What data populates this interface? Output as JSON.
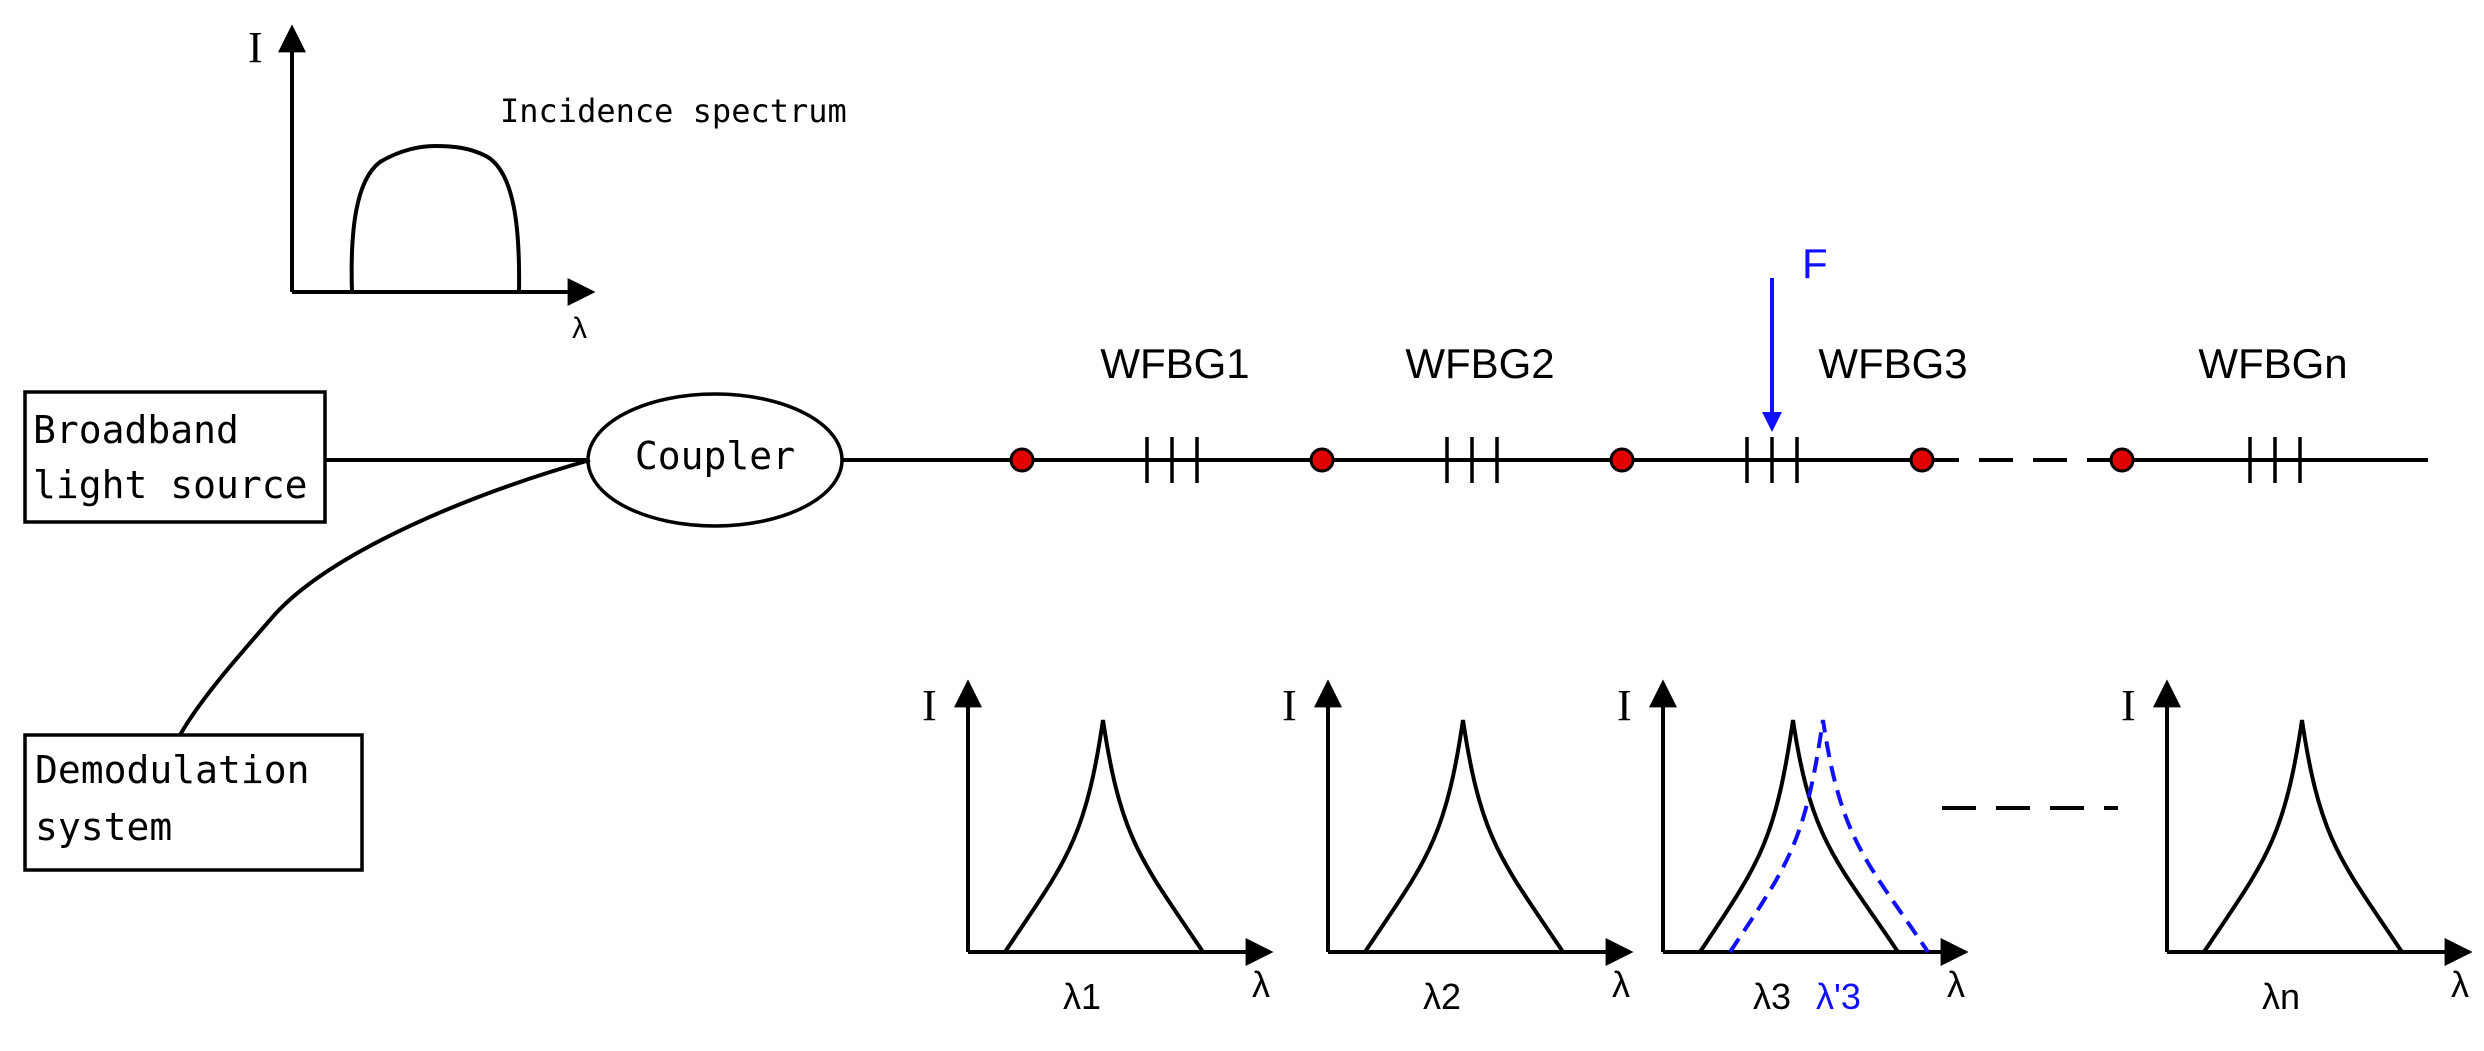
{
  "incidence": {
    "y_axis_label": "I",
    "x_axis_label": "λ",
    "caption": "Incidence spectrum"
  },
  "components": {
    "light_source": {
      "line1": "Broadband",
      "line2": "light source"
    },
    "coupler": "Coupler",
    "demodulation": {
      "line1": "Demodulation",
      "line2": "system"
    }
  },
  "gratings": [
    {
      "label": "WFBG1"
    },
    {
      "label": "WFBG2"
    },
    {
      "label": "WFBG3"
    },
    {
      "label": "WFBGn"
    }
  ],
  "force_label": "F",
  "reflection_spectra": [
    {
      "y_axis_label": "I",
      "x_axis_label": "λ",
      "peak_label": "λ1"
    },
    {
      "y_axis_label": "I",
      "x_axis_label": "λ",
      "peak_label": "λ2"
    },
    {
      "y_axis_label": "I",
      "x_axis_label": "λ",
      "peak_label": "λ3",
      "shifted_label": "λ'3"
    },
    {
      "y_axis_label": "I",
      "x_axis_label": "λ",
      "peak_label": "λn"
    }
  ],
  "colors": {
    "fiber": "#000000",
    "node": "#e00000",
    "force": "#1010ff",
    "shifted_spectrum": "#1010ff"
  }
}
